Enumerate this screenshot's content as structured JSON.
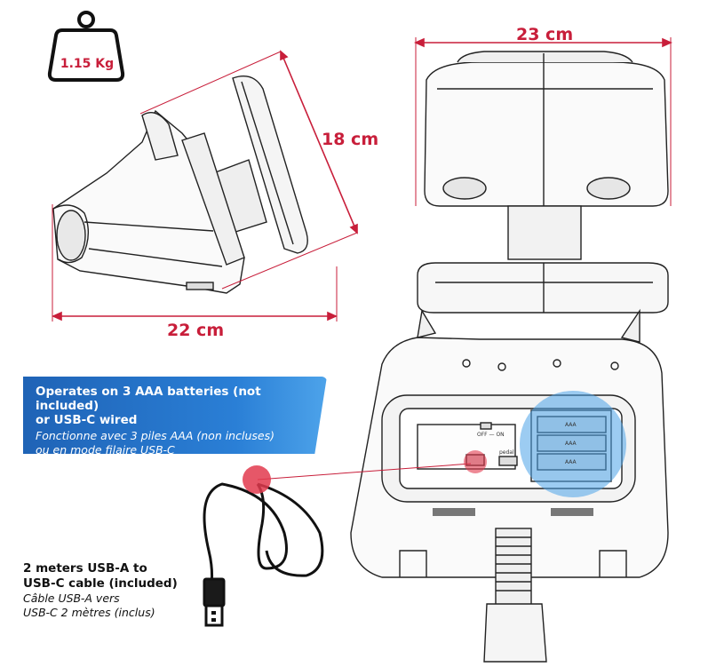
{
  "weight": {
    "label": "1.15 Kg"
  },
  "dimensions": {
    "height": "18 cm",
    "depth": "22 cm",
    "width": "23 cm"
  },
  "power": {
    "line1": "Operates on 3 AAA batteries (not included)",
    "line2": "or USB-C wired",
    "line3": "Fonctionne avec 3 piles AAA (non incluses)",
    "line4": "ou en mode filaire USB-C"
  },
  "cable": {
    "line1": "2 meters USB-A to",
    "line2": "USB-C cable (included)",
    "line3": "Câble USB-A vers",
    "line4": "USB-C 2 mètres (inclus)"
  },
  "device_labels": {
    "switch": "OFF — ON",
    "pedal": "pedal",
    "battery": "AAA"
  },
  "colors": {
    "accent": "#c81e3a",
    "banner": "#2a7fd6",
    "highlight": "#4aa3e8"
  }
}
